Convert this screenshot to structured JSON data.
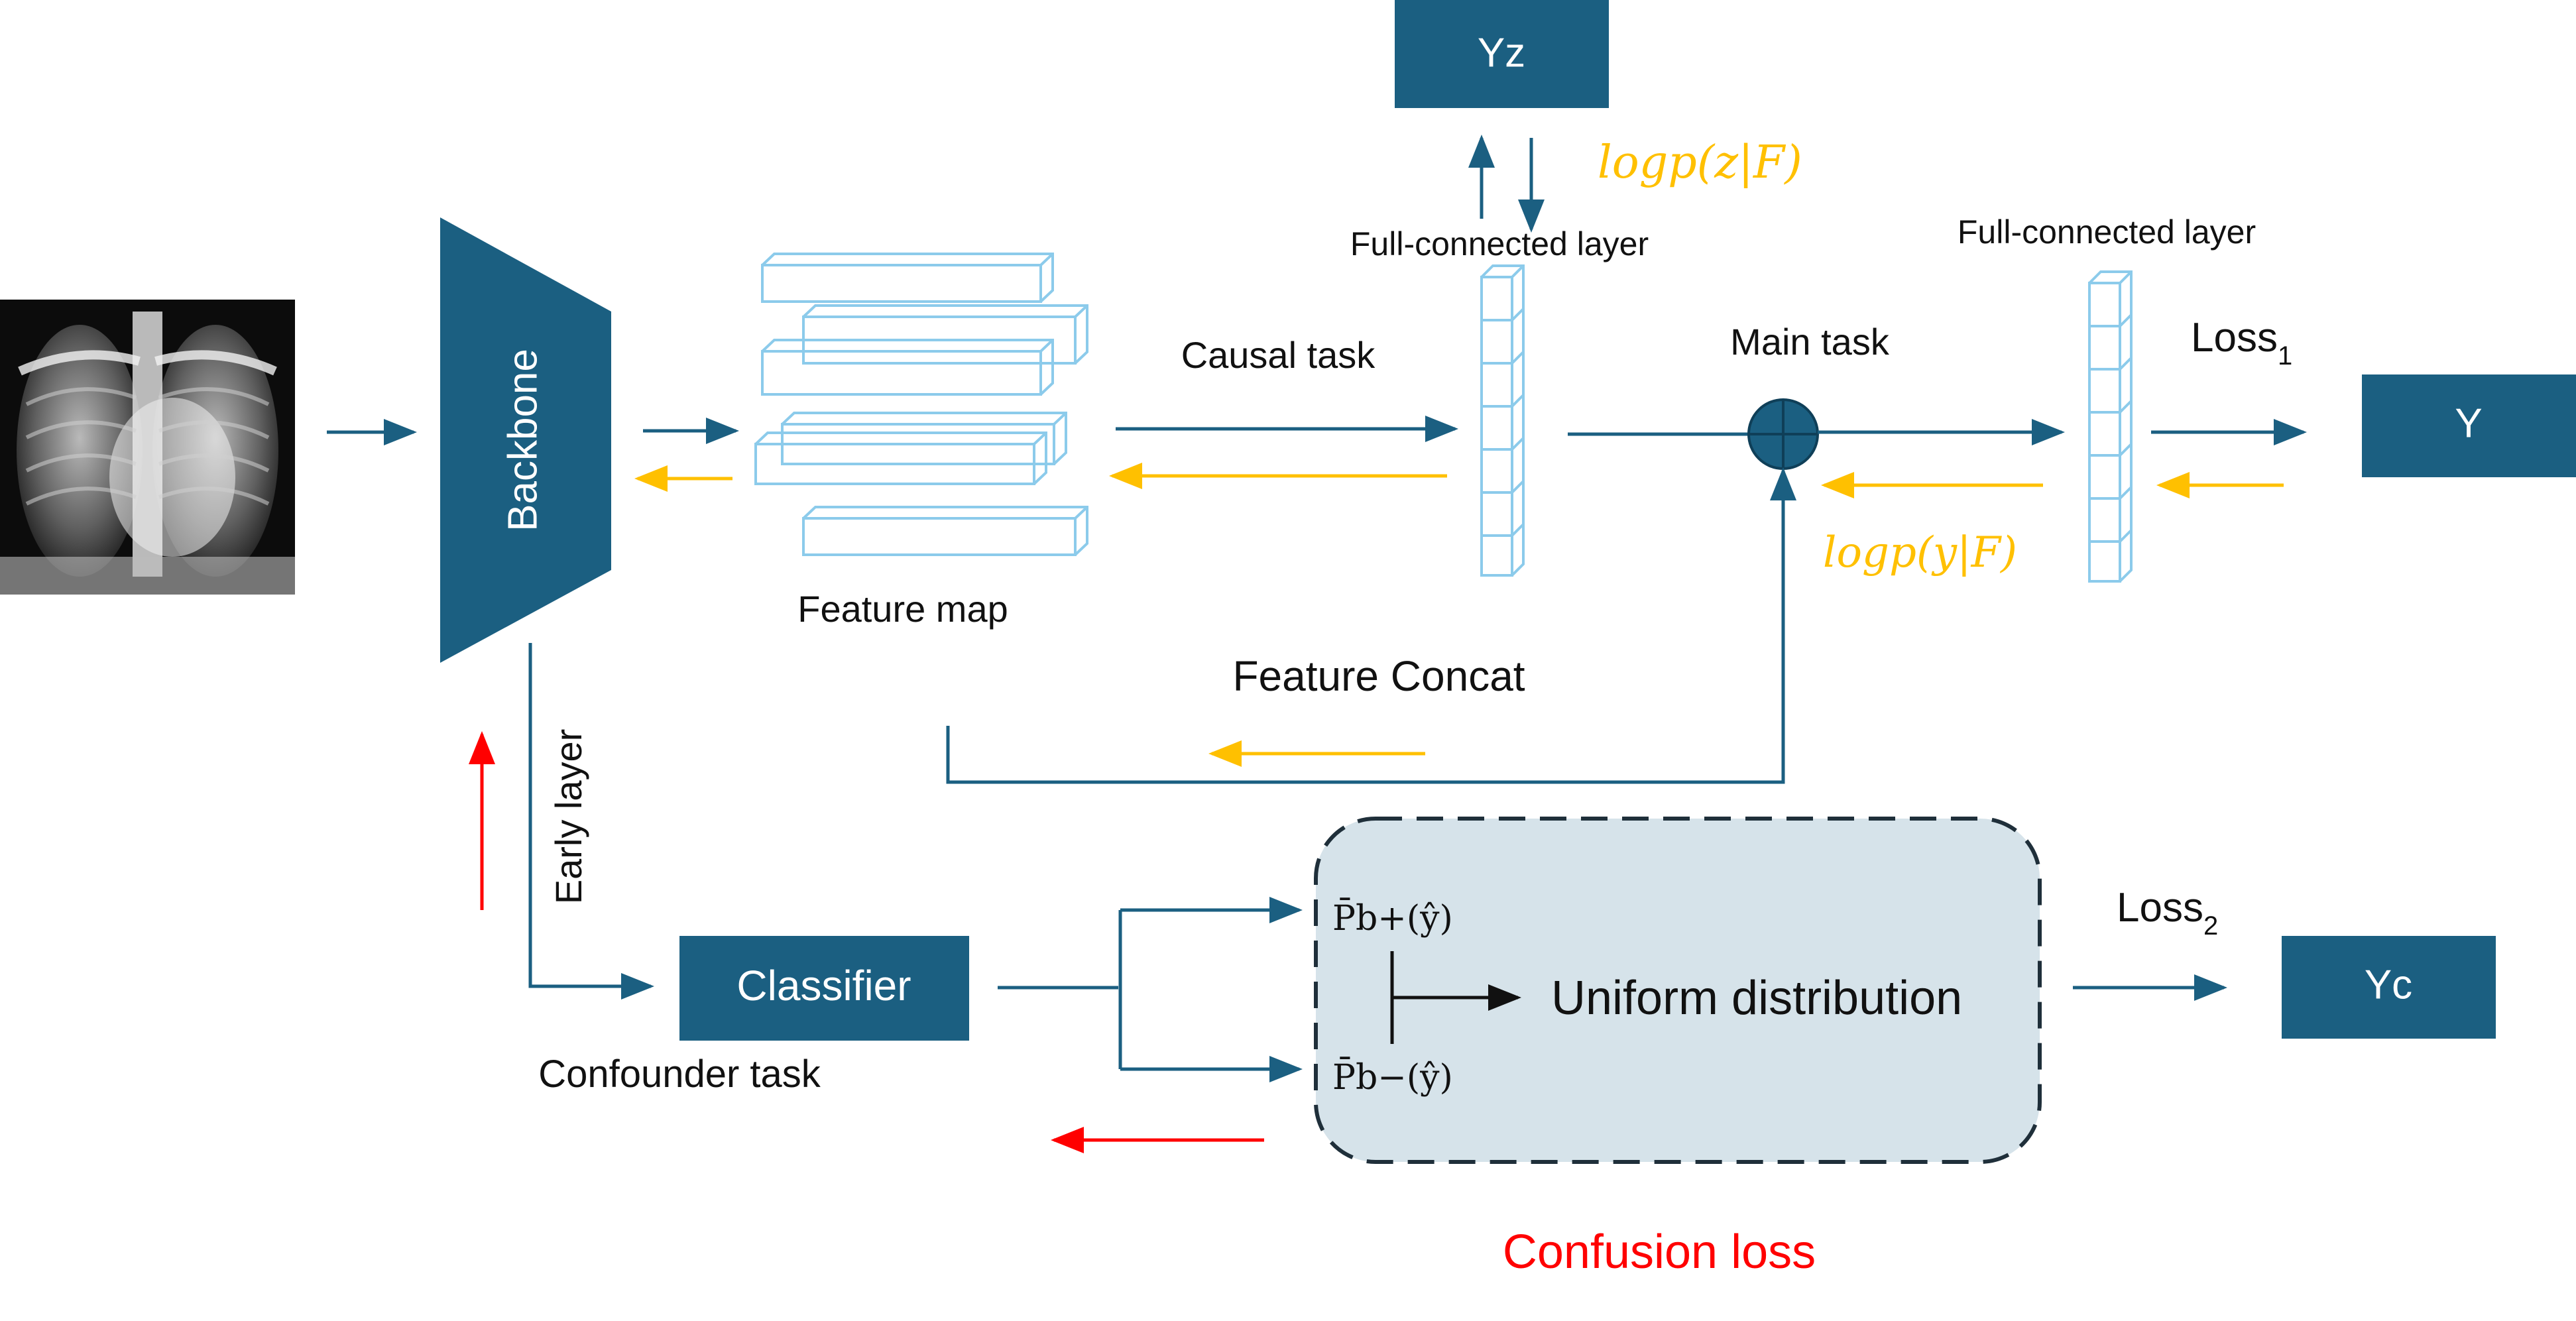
{
  "colors": {
    "box": "#1b5f81",
    "arrow": "#1b5f81",
    "backward_arrow": "#ffc000",
    "confusion_arrow": "#ff0000",
    "feature_outline": "#8ccbeb",
    "dist_region": "#d6e3ea"
  },
  "input": {
    "image": "chest-xray-image"
  },
  "backbone": {
    "label": "Backbone"
  },
  "feature_map": {
    "label": "Feature map"
  },
  "causal": {
    "label": "Causal task"
  },
  "fc_top": {
    "label": "Full-connected layer"
  },
  "yz": {
    "label": "Yz",
    "formula": "logp(z|F)"
  },
  "main_task": {
    "label": "Main task"
  },
  "fc_right": {
    "label": "Full-connected layer"
  },
  "loss1": {
    "base": "Loss",
    "sub": "1"
  },
  "y": {
    "label": "Y",
    "formula": "logp(y|F)"
  },
  "concat": {
    "label": "Feature Concat"
  },
  "early": {
    "label": "Early layer"
  },
  "classifier": {
    "label": "Classifier"
  },
  "confounder": {
    "label": "Confounder task"
  },
  "dist": {
    "p_plus": "P̄b+(ŷ)",
    "p_minus": "P̄b−(ŷ)",
    "uniform": "Uniform distribution"
  },
  "loss2": {
    "base": "Loss",
    "sub": "2"
  },
  "yc": {
    "label": "Yc"
  },
  "confusion": {
    "label": "Confusion loss"
  }
}
